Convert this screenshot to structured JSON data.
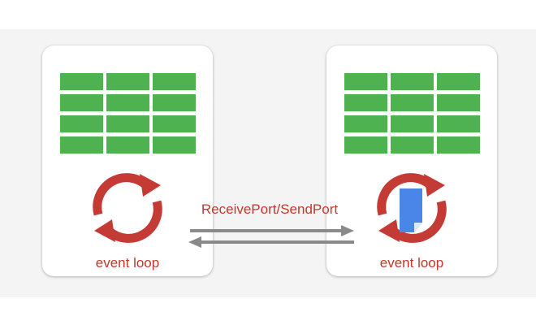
{
  "background_color": "#f4f4f4",
  "colors": {
    "grid_cell": "#4db24f",
    "loop_arrow": "#c43b36",
    "label_text": "#c0392b",
    "message_arrow": "#8a8a8a",
    "document": "#4a86e8"
  },
  "left_isolate": {
    "icons": [
      "table-grid-icon",
      "refresh-cycle-icon"
    ],
    "label": "event loop"
  },
  "right_isolate": {
    "icons": [
      "table-grid-icon",
      "refresh-cycle-icon",
      "document-icon"
    ],
    "label": "event loop"
  },
  "channel": {
    "label": "ReceivePort/SendPort",
    "arrows": [
      "arrow-right-icon",
      "arrow-left-icon"
    ]
  }
}
